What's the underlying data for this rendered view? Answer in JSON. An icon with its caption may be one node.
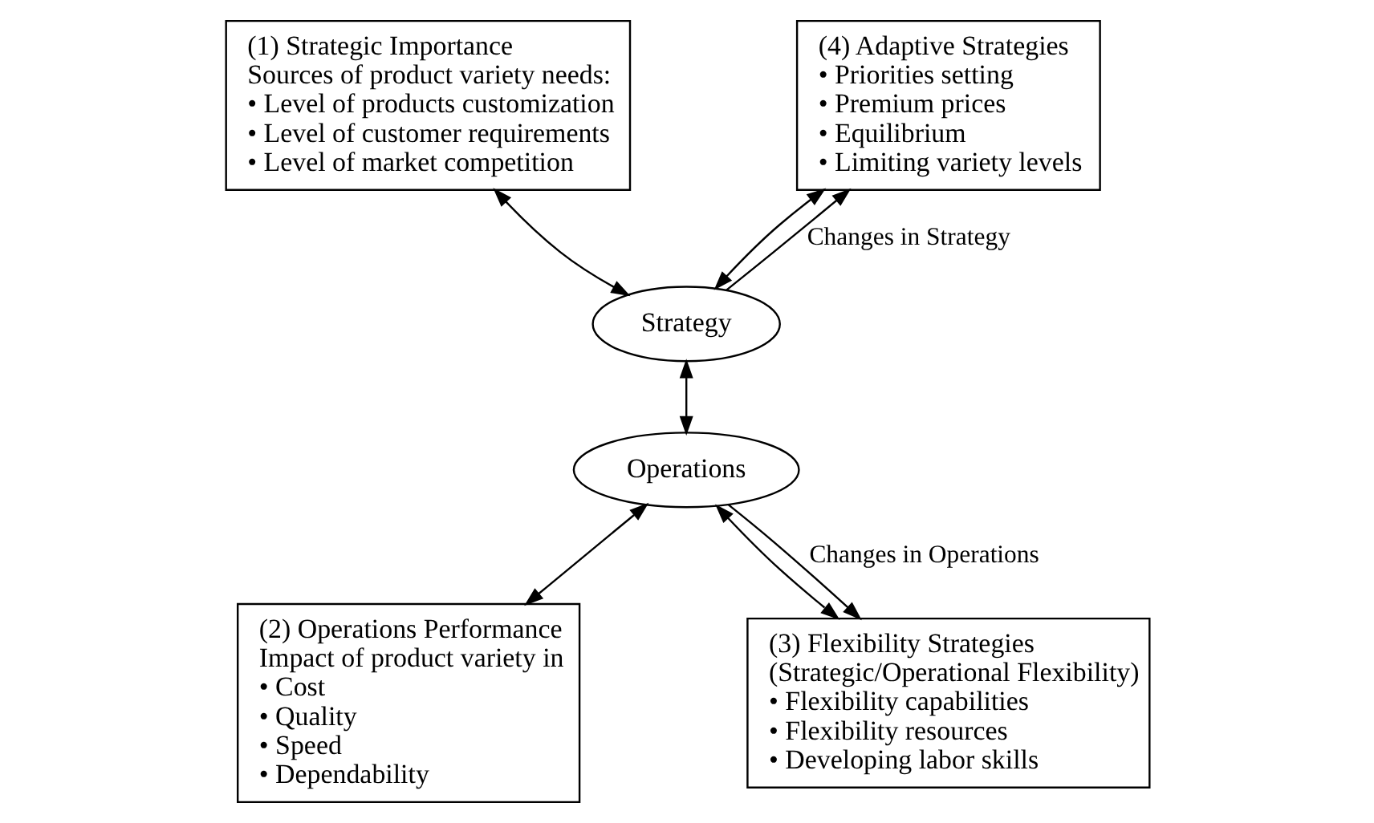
{
  "diagram": {
    "nodes": [
      {
        "text": [
          "(1) Strategic Importance",
          "Sources of product variety needs:",
          "• Level of products customization",
          "• Level of customer requirements",
          "• Level of market competition"
        ]
      },
      {
        "text": [
          "Strategy"
        ]
      },
      {
        "text": [
          "(4) Adaptive Strategies",
          "• Priorities setting",
          "• Premium prices",
          "• Equilibrium",
          "• Limiting variety levels"
        ]
      },
      {
        "text": [
          "Operations"
        ]
      },
      {
        "text": [
          "(2) Operations Performance",
          "Impact of product variety in",
          "• Cost",
          "• Quality",
          "• Speed",
          "• Dependability"
        ]
      },
      {
        "text": [
          "(3) Flexibility Strategies",
          "(Strategic/Operational Flexibility)",
          "• Flexibility capabilities",
          "• Flexibility resources",
          "• Developing labor skills"
        ]
      }
    ],
    "edges": [
      {
        "from": 0,
        "to": 1,
        "arrow": "both"
      },
      {
        "from": 1,
        "to": 2,
        "arrow": "both"
      },
      {
        "from": 1,
        "to": 3,
        "arrow": "both"
      },
      {
        "from": 3,
        "to": 4,
        "arrow": "both"
      },
      {
        "from": 3,
        "to": 5,
        "arrow": "both"
      },
      {
        "from": 1,
        "to": 2,
        "arrow": "to",
        "label": "Changes in Strategy"
      },
      {
        "from": 3,
        "to": 5,
        "arrow": "to",
        "label": "Changes in Operations"
      }
    ]
  }
}
